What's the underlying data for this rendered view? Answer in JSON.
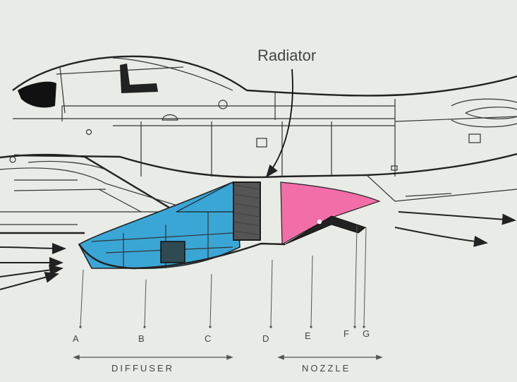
{
  "callout": {
    "text": "Radiator"
  },
  "stations": [
    {
      "id": "a",
      "text": "A"
    },
    {
      "id": "b",
      "text": "B"
    },
    {
      "id": "c",
      "text": "C"
    },
    {
      "id": "d",
      "text": "D"
    },
    {
      "id": "e",
      "text": "E"
    },
    {
      "id": "f",
      "text": "F"
    },
    {
      "id": "g",
      "text": "G"
    }
  ],
  "sections": {
    "diffuser": "DIFFUSER",
    "nozzle": "NOZZLE"
  },
  "colors": {
    "paper": "#e9ebe6",
    "diffuser_fill": "#3aa6d6",
    "nozzle_fill": "#f26ea8",
    "radiator_fill": "#555555",
    "ink": "#222222"
  }
}
